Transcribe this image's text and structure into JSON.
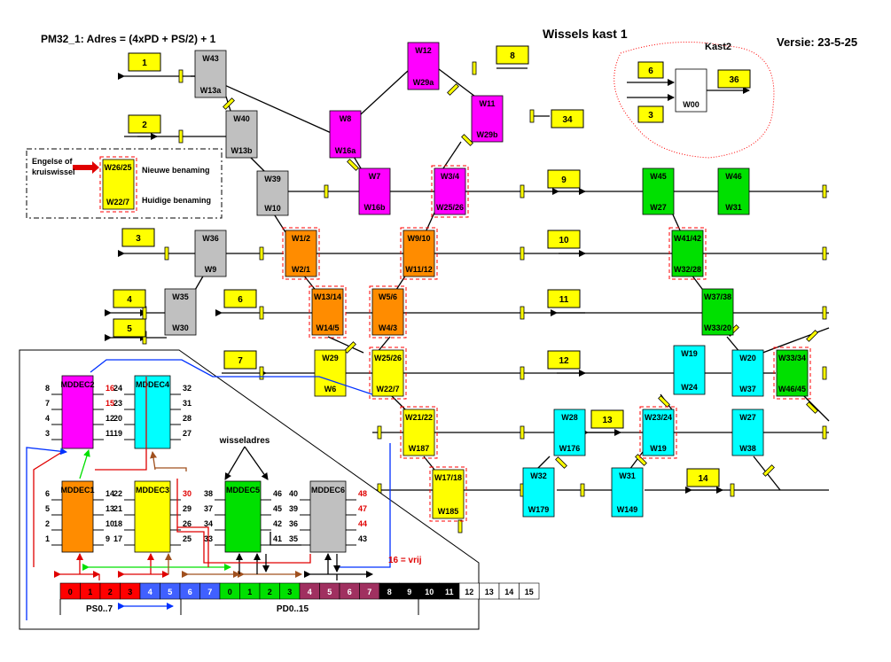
{
  "header": {
    "formula": "PM32_1: Adres = (4xPD + PS/2) + 1",
    "title": "Wissels kast 1",
    "version": "Versie: 23-5-25",
    "kast2": "Kast2"
  },
  "legend": {
    "type_label": "Engelse of kruiswissel",
    "top": "W26/25",
    "bottom": "W22/7",
    "new_name": "Nieuwe benaming",
    "old_name": "Huidige benaming"
  },
  "colors": {
    "magenta": "#ff00ff",
    "gray": "#c0c0c0",
    "orange": "#ff8c00",
    "yellow": "#ffff00",
    "green": "#00e000",
    "cyan": "#00ffff",
    "white": "#ffffff",
    "dash": "#ff0000"
  },
  "tracks": [
    {
      "label": "1"
    },
    {
      "label": "2"
    },
    {
      "label": "3"
    },
    {
      "label": "4"
    },
    {
      "label": "5"
    },
    {
      "label": "6"
    },
    {
      "label": "7"
    },
    {
      "label": "8"
    },
    {
      "label": "34"
    },
    {
      "label": "9"
    },
    {
      "label": "10"
    },
    {
      "label": "11"
    },
    {
      "label": "12"
    },
    {
      "label": "13"
    },
    {
      "label": "14"
    },
    {
      "label": "6"
    },
    {
      "label": "3"
    },
    {
      "label": "36"
    }
  ],
  "switches": [
    {
      "top": "W43",
      "bottom": "W13a",
      "color": "gray"
    },
    {
      "top": "W40",
      "bottom": "W13b",
      "color": "gray"
    },
    {
      "top": "W39",
      "bottom": "W10",
      "color": "gray"
    },
    {
      "top": "W36",
      "bottom": "W9",
      "color": "gray"
    },
    {
      "top": "W35",
      "bottom": "W30",
      "color": "gray"
    },
    {
      "top": "W12",
      "bottom": "W29a",
      "color": "magenta"
    },
    {
      "top": "W8",
      "bottom": "W16a",
      "color": "magenta"
    },
    {
      "top": "W11",
      "bottom": "W29b",
      "color": "magenta"
    },
    {
      "top": "W7",
      "bottom": "W16b",
      "color": "magenta"
    },
    {
      "top": "W3/4",
      "bottom": "W25/26",
      "color": "magenta"
    },
    {
      "top": "W1/2",
      "bottom": "W2/1",
      "color": "orange"
    },
    {
      "top": "W9/10",
      "bottom": "W11/12",
      "color": "orange"
    },
    {
      "top": "W13/14",
      "bottom": "W14/5",
      "color": "orange"
    },
    {
      "top": "W5/6",
      "bottom": "W4/3",
      "color": "orange"
    },
    {
      "top": "W29",
      "bottom": "W6",
      "color": "yellow"
    },
    {
      "top": "W25/26",
      "bottom": "W22/7",
      "color": "yellow"
    },
    {
      "top": "W21/22",
      "bottom": "W187",
      "color": "yellow"
    },
    {
      "top": "W17/18",
      "bottom": "W185",
      "color": "yellow"
    },
    {
      "top": "W45",
      "bottom": "W27",
      "color": "green"
    },
    {
      "top": "W46",
      "bottom": "W31",
      "color": "green"
    },
    {
      "top": "W41/42",
      "bottom": "W32/28",
      "color": "green"
    },
    {
      "top": "W37/38",
      "bottom": "W33/20",
      "color": "green"
    },
    {
      "top": "W33/34",
      "bottom": "W46/45",
      "color": "green"
    },
    {
      "top": "W19",
      "bottom": "W24",
      "color": "cyan"
    },
    {
      "top": "W20",
      "bottom": "W37",
      "color": "cyan"
    },
    {
      "top": "W28",
      "bottom": "W176",
      "color": "cyan"
    },
    {
      "top": "W23/24",
      "bottom": "W19",
      "color": "cyan"
    },
    {
      "top": "W27",
      "bottom": "W38",
      "color": "cyan"
    },
    {
      "top": "W32",
      "bottom": "W179",
      "color": "cyan"
    },
    {
      "top": "W31",
      "bottom": "W149",
      "color": "cyan"
    },
    {
      "top": "",
      "bottom": "W00",
      "color": "white"
    }
  ],
  "decoders": [
    {
      "name": "MDDEC2",
      "color": "magenta",
      "left": [
        "8",
        "7",
        "4",
        "3"
      ],
      "right": [
        "16",
        "15",
        "12",
        "11"
      ]
    },
    {
      "name": "MDDEC4",
      "color": "cyan",
      "left": [
        "24",
        "23",
        "20",
        "19"
      ],
      "right": [
        "32",
        "31",
        "28",
        "27"
      ]
    },
    {
      "name": "MDDEC1",
      "color": "orange",
      "left": [
        "6",
        "5",
        "2",
        "1"
      ],
      "right": [
        "14",
        "13",
        "10",
        "9"
      ]
    },
    {
      "name": "MDDEC3",
      "color": "yellow",
      "left": [
        "22",
        "21",
        "18",
        "17"
      ],
      "right": [
        "30",
        "29",
        "26",
        "25"
      ]
    },
    {
      "name": "MDDEC5",
      "color": "green",
      "left": [
        "38",
        "37",
        "34",
        "33"
      ],
      "right": [
        "46",
        "45",
        "42",
        "41"
      ]
    },
    {
      "name": "MDDEC6",
      "color": "gray",
      "left": [
        "40",
        "39",
        "36",
        "35"
      ],
      "right": [
        "48",
        "47",
        "44",
        "43"
      ]
    }
  ],
  "decoder_panel": {
    "wisseladres": "wisseladres",
    "vrij_note": "16 = vrij",
    "bits": [
      "0",
      "1",
      "2",
      "3",
      "4",
      "5",
      "6",
      "7",
      "0",
      "1",
      "2",
      "3",
      "4",
      "5",
      "6",
      "7",
      "8",
      "9",
      "10",
      "11",
      "12",
      "13",
      "14",
      "15"
    ],
    "bit_colors": [
      "#ff0000",
      "#ff0000",
      "#ff0000",
      "#ff0000",
      "#4060ff",
      "#4060ff",
      "#4060ff",
      "#4060ff",
      "#00e000",
      "#00e000",
      "#00e000",
      "#00e000",
      "#a03060",
      "#a03060",
      "#a03060",
      "#a03060",
      "#000000",
      "#000000",
      "#000000",
      "#000000",
      "#ffffff",
      "#ffffff",
      "#ffffff",
      "#ffffff"
    ],
    "ps_label": "PS0..7",
    "pd_label": "PD0..15"
  }
}
